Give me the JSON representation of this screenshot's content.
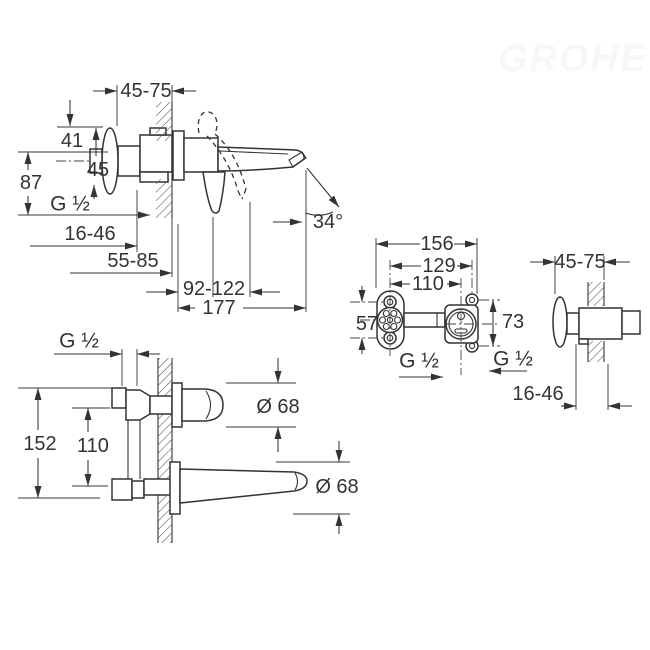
{
  "page": {
    "background": "#ffffff",
    "ink": "#333333"
  },
  "watermark": {
    "text": "GROHE"
  },
  "faucet_side_view": {
    "wall_depth_range": "45-75",
    "body_top_offset": "41",
    "body_upper_height": "45",
    "total_height": "87",
    "thread": "G ½",
    "depth_range_min": "16-46",
    "depth_range_mid": "55-85",
    "handle_reach_range": "92-122",
    "spout_reach": "177",
    "spout_angle": "34°"
  },
  "rough_in_front_view": {
    "overall_width": "156",
    "mount_hole_spacing": "129",
    "port_spacing": "110",
    "spout_hole_spacing": "57",
    "mixer_hole_spacing": "73",
    "spout_thread": "G ½",
    "mixer_thread": "G ½"
  },
  "rough_in_side_view": {
    "wall_depth_range": "45-75",
    "plaster_depth_range": "16-46"
  },
  "installed_side_view": {
    "thread": "G ½",
    "body_height": "152",
    "port_spacing": "110",
    "handle_escutcheon_diameter": "Ø 68",
    "spout_escutcheon_diameter": "Ø 68"
  }
}
